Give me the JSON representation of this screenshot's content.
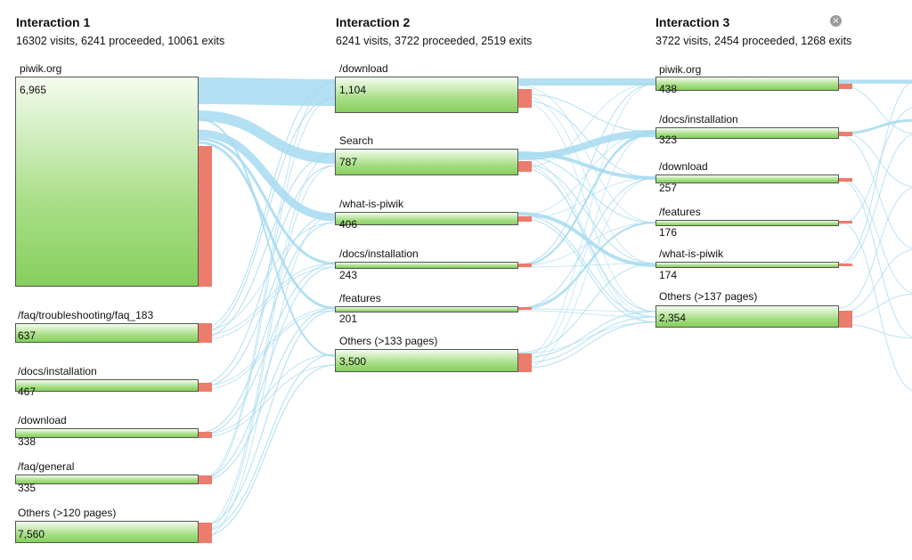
{
  "colors": {
    "flow": "#a6daf0",
    "node_top": "#f4fcf0",
    "node_bottom": "#86cf5d",
    "exit": "#ec7c6c",
    "border": "#555555"
  },
  "close_icon": "close-icon",
  "columns": [
    {
      "title": "Interaction 1",
      "summary": "16302 visits, 6241 proceeded, 10061 exits",
      "nodes": [
        {
          "label": "piwik.org",
          "value": "6,965"
        },
        {
          "label": "/faq/troubleshooting/faq_183",
          "value": "637"
        },
        {
          "label": "/docs/installation",
          "value": "467"
        },
        {
          "label": "/download",
          "value": "338"
        },
        {
          "label": "/faq/general",
          "value": "335"
        },
        {
          "label": "Others (>120 pages)",
          "value": "7,560"
        }
      ]
    },
    {
      "title": "Interaction 2",
      "summary": "6241 visits, 3722 proceeded, 2519 exits",
      "nodes": [
        {
          "label": "/download",
          "value": "1,104"
        },
        {
          "label": "Search",
          "value": "787"
        },
        {
          "label": "/what-is-piwik",
          "value": "406"
        },
        {
          "label": "/docs/installation",
          "value": "243"
        },
        {
          "label": "/features",
          "value": "201"
        },
        {
          "label": "Others (>133 pages)",
          "value": "3,500"
        }
      ]
    },
    {
      "title": "Interaction 3",
      "summary": "3722 visits, 2454 proceeded, 1268 exits",
      "nodes": [
        {
          "label": "piwik.org",
          "value": "438"
        },
        {
          "label": "/docs/installation",
          "value": "323"
        },
        {
          "label": "/download",
          "value": "257"
        },
        {
          "label": "/features",
          "value": "176"
        },
        {
          "label": "/what-is-piwik",
          "value": "174"
        },
        {
          "label": "Others (>137 pages)",
          "value": "2,354"
        }
      ]
    }
  ]
}
